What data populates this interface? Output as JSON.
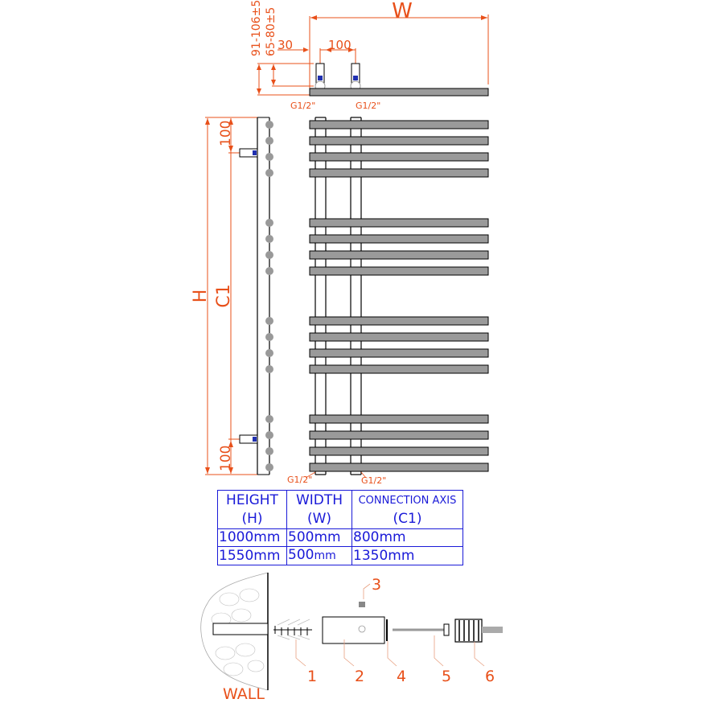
{
  "top_view": {
    "width_label": "W",
    "depth_outer": "91-106±5",
    "depth_inner": "65-80±5",
    "offset_label": "30",
    "pipe_spacing": "100",
    "thread_left": "G1/2\"",
    "thread_right": "G1/2\""
  },
  "side_view": {
    "height_label": "H",
    "axis_label": "C1",
    "top_offset": "100",
    "bottom_offset": "100",
    "thread_bottom_left": "G1/2\"",
    "thread_bottom_right": "G1/2\""
  },
  "spec_table": {
    "headers": [
      {
        "line1": "HEIGHT",
        "line2": "(H)"
      },
      {
        "line1": "WIDTH",
        "line2": "(W)"
      },
      {
        "line1": "CONNECTION AXIS",
        "line2": "(C1)"
      }
    ],
    "rows": [
      {
        "height": "1000mm",
        "width": "500mm",
        "axis": "800mm"
      },
      {
        "height": "1550mm",
        "width_num": "500",
        "width_unit": "mm",
        "axis": "1350mm"
      }
    ]
  },
  "mounting": {
    "wall_label": "WALL",
    "parts": [
      "1",
      "2",
      "3",
      "4",
      "5",
      "6"
    ]
  },
  "colors": {
    "dimension": "#e8501a",
    "table": "#1a1ad8",
    "bar_fill": "#9a9a9a",
    "outline": "#000000"
  }
}
